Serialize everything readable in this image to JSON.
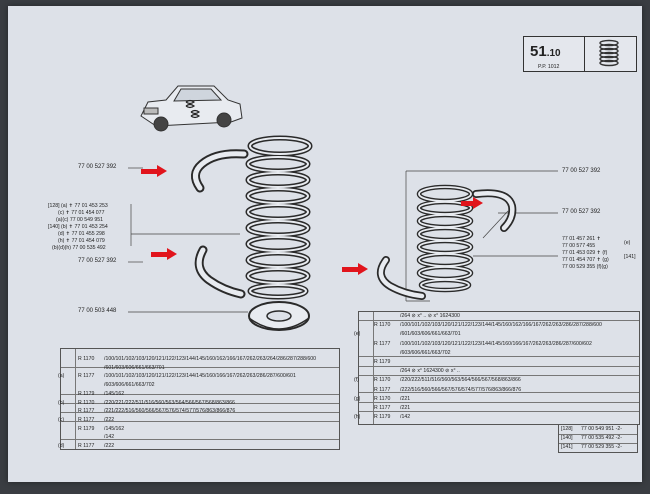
{
  "header": {
    "section_number": "51",
    "section_sub": ".10",
    "page_ref": "P.P. 1012"
  },
  "left_diagram": {
    "part_top_label": "77 00 527 392",
    "part_mid_label": "77 00 527 392",
    "part_bottom_label": "77 00 503 448",
    "spring_refs": [
      "[128] (a) ✝ 77 01 453 253",
      "(c) ✝ 77 01 454 077",
      "(a)(c) 77 00 549 951",
      "[140] (b) ✝ 77 01 453 254",
      "(d) ✝ 77 01 455 298",
      "(h) ✝ 77 01 454 079",
      "(b)(d)(h) 77 00 535 492"
    ]
  },
  "right_diagram": {
    "part_top_label": "77 00 527 392",
    "part_right_label": "77 00 527 392",
    "spring_refs": [
      "77 01 457 261 ✝",
      "77 00 577 455",
      "77 01 453 029 ✝ (f)",
      "77 01 454 707 ✝ (g)",
      "77 00 529 355 (f)(g)"
    ],
    "group_e": "(e)",
    "group_141": "[141]"
  },
  "left_table": {
    "rows": [
      {
        "model": "R 1170",
        "group": "",
        "text": "/100/101/102/103/120/121/122/123/144/145/160/162/166/167/262/263/264/286/287/288/600"
      },
      {
        "model": "",
        "group": "",
        "text": "/601/603/606/661/663/701"
      },
      {
        "model": "R 1177",
        "group": "(a)",
        "text": "/100/101/102/103/120/121/122/123/144/145/160/166/167/262/263/286/287/600/601"
      },
      {
        "model": "",
        "group": "",
        "text": "/603/606/661/663/702"
      },
      {
        "model": "R 1179",
        "group": "",
        "text": "/145/162"
      },
      {
        "model": "R 1170",
        "group": "(b)",
        "text": "/220/221/222/511/516/560/563/564/566/567/568/863/866"
      },
      {
        "model": "R 1177",
        "group": "",
        "text": "/221/222/516/560/566/567/576/574/577/576/863/866/876"
      },
      {
        "model": "R 1177",
        "group": "(c)",
        "text": "/222"
      },
      {
        "model": "R 1179",
        "group": "",
        "text": "/145/162"
      },
      {
        "model": "",
        "group": "",
        "text": "/142"
      },
      {
        "model": "R 1177",
        "group": "(d)",
        "text": "/222"
      }
    ]
  },
  "right_table": {
    "rows": [
      {
        "model": "",
        "group": "",
        "text": "/264 ⊘ x° .. ⊘ x° 1624300"
      },
      {
        "model": "R 1170",
        "group": "",
        "text": "/100/101/102/103/120/121/122/123/144/145/160/162/166/167/262/263/286/287/288/600"
      },
      {
        "model": "",
        "group": "(e)",
        "text": "/601/603/606/661/663/701"
      },
      {
        "model": "R 1177",
        "group": "",
        "text": "/100/101/102/103/120/121/122/123/144/145/160/166/167/262/263/286/287/600/602"
      },
      {
        "model": "",
        "group": "",
        "text": "/603/606/661/663/702"
      },
      {
        "model": "R 1179",
        "group": "",
        "text": ""
      },
      {
        "model": "",
        "group": "",
        "text": "/264 ⊘ x° 1624300 ⊘ x° .."
      },
      {
        "model": "R 1170",
        "group": "(f)",
        "text": "/220/222/511/516/560/563/564/566/567/568/863/866"
      },
      {
        "model": "R 1177",
        "group": "",
        "text": "/222/516/560/566/567/576/574/577/576/863/866/876"
      },
      {
        "model": "R 1170",
        "group": "(g)",
        "text": "/221"
      },
      {
        "model": "R 1177",
        "group": "",
        "text": "/221"
      },
      {
        "model": "R 1179",
        "group": "(h)",
        "text": "/142"
      }
    ]
  },
  "legend": [
    {
      "key": "[128]",
      "ref": "77 00 549 951 -2-"
    },
    {
      "key": "[140]",
      "ref": "77 00 535 492 -2-"
    },
    {
      "key": "[141]",
      "ref": "77 00 529 355 -2-"
    }
  ],
  "colors": {
    "arrow": "#e1141c",
    "page": "#dde1e8"
  }
}
